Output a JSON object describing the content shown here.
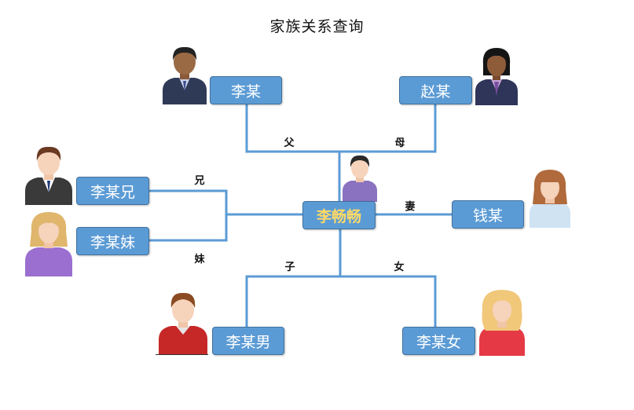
{
  "title": "家族关系查询",
  "center": {
    "name": "李畅畅"
  },
  "members": {
    "father": {
      "name": "李某",
      "relation": "父"
    },
    "mother": {
      "name": "赵某",
      "relation": "母"
    },
    "elder_brother": {
      "name": "李某兄",
      "relation": "兄"
    },
    "younger_sister": {
      "name": "李某妹",
      "relation": "妹"
    },
    "wife": {
      "name": "钱某",
      "relation": "妻"
    },
    "son": {
      "name": "李某男",
      "relation": "子"
    },
    "daughter": {
      "name": "李某女",
      "relation": "女"
    }
  },
  "colors": {
    "node_fill": "#5b9bd5",
    "node_border": "#41719c",
    "connector": "#5b9bd5",
    "center_text": "#ffd966"
  },
  "icons": [
    "man-dark-suit-icon",
    "woman-dark-hair-icon",
    "man-black-suit-icon",
    "blonde-woman-purple-icon",
    "young-man-purple-icon",
    "woman-light-blue-icon",
    "boy-red-shirt-icon",
    "blonde-girl-red-icon"
  ]
}
